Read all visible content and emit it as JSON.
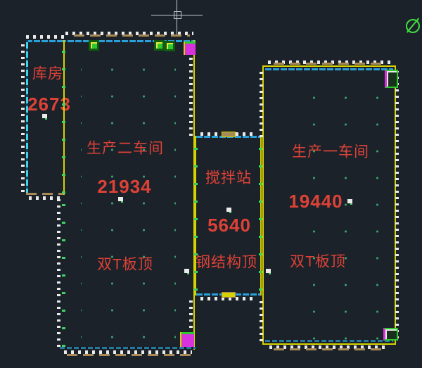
{
  "workspace": {
    "type": "cad-drawing-canvas",
    "background_color": "#1c222a",
    "icons": {
      "cursor": "crosshair-icon",
      "badge": "empty-set-icon"
    }
  },
  "colors": {
    "outline_yellow": "#d6d200",
    "line_cyan": "#2b9fd8",
    "dash_cyan": "#3fd4ee",
    "grid_dot_green": "#35a06b",
    "tick_green": "#3ed464",
    "label_red": "#dd4237",
    "detail_magenta": "#d832dc",
    "detail_tan": "#a78a55",
    "mark_white": "#eaeaea",
    "badge_green": "#41dd41"
  },
  "rooms": [
    {
      "name": "库房",
      "area": "2673"
    },
    {
      "name": "生产二车间",
      "area": "21934",
      "roof": "双T板顶"
    },
    {
      "name": "搅拌站",
      "area": "5640",
      "roof": "钢结构顶"
    },
    {
      "name": "生产一车间",
      "area": "19440",
      "roof": "双T板顶"
    }
  ]
}
